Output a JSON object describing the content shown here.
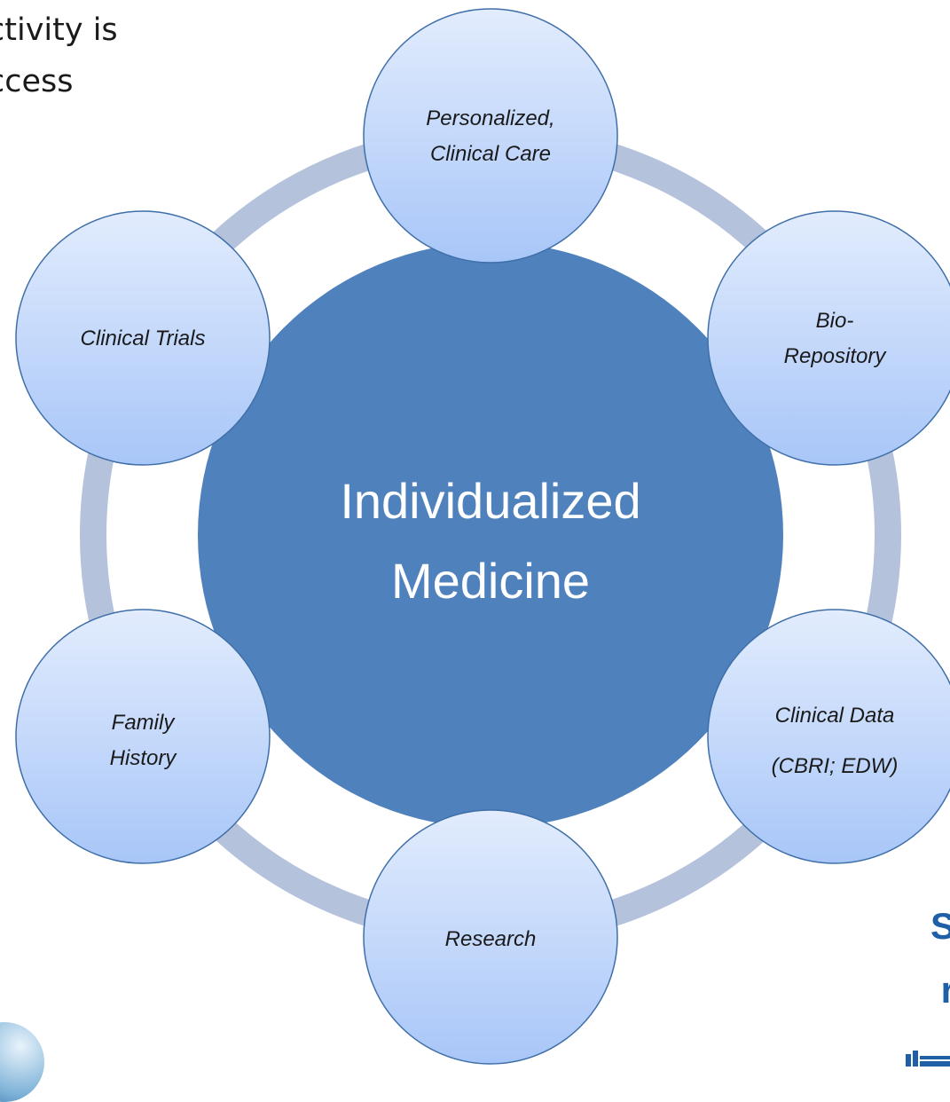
{
  "corner_text": {
    "line1": "ctivity is",
    "line2": "ccess"
  },
  "right_fragment": {
    "line1": "S",
    "line2": "r"
  },
  "diagram": {
    "center_label_line1": "Individualized",
    "center_label_line2": "Medicine",
    "nodes": [
      {
        "id": "personalized-clinical-care",
        "lines": [
          "Personalized,",
          "Clinical Care"
        ]
      },
      {
        "id": "bio-repository",
        "lines": [
          "Bio-",
          "Repository"
        ]
      },
      {
        "id": "clinical-data",
        "lines": [
          "Clinical Data",
          "(CBRI; EDW)"
        ]
      },
      {
        "id": "research",
        "lines": [
          "Research"
        ]
      },
      {
        "id": "family-history",
        "lines": [
          "Family",
          "History"
        ]
      },
      {
        "id": "clinical-trials",
        "lines": [
          "Clinical Trials"
        ]
      }
    ]
  },
  "colors": {
    "ring": "#b4c2dc",
    "center_fill": "#4f81bd",
    "center_text": "#ffffff",
    "node_fill_top": "#e2ecfd",
    "node_fill_bottom": "#a8c6f8",
    "node_stroke": "#3f6fa8",
    "node_text": "#1a1a1a"
  }
}
